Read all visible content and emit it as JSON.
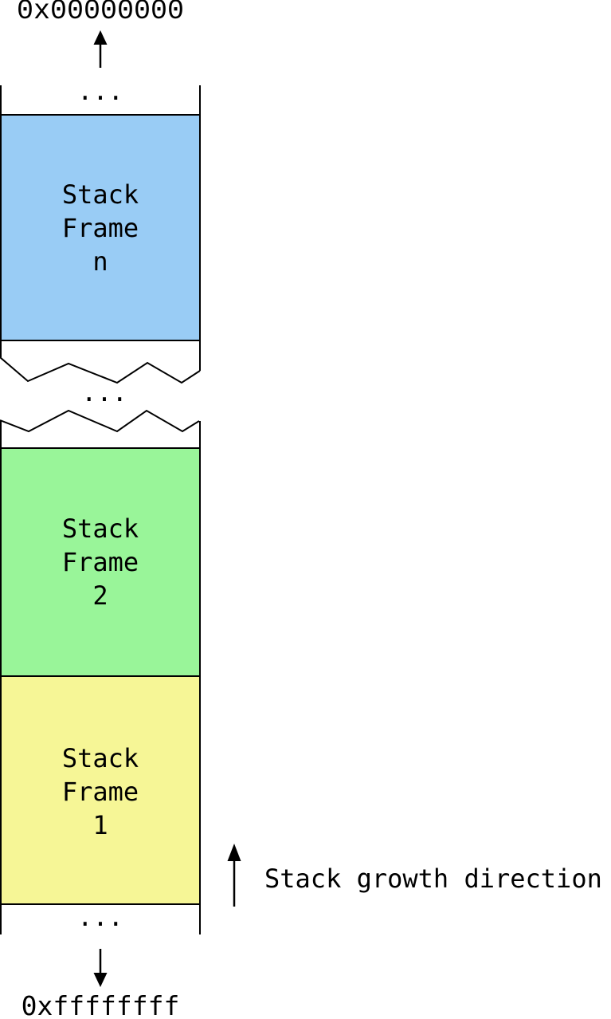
{
  "diagram": {
    "top_address": "0x00000000",
    "bottom_address": "0xffffffff",
    "ellipsis_top": "...",
    "ellipsis_middle": "...",
    "ellipsis_bottom": "...",
    "growth_label": "Stack growth direction",
    "colors": {
      "frame_n_fill": "#99CCF5",
      "frame_2_fill": "#99F599",
      "frame_1_fill": "#F6F696",
      "stroke": "#000000"
    },
    "frames": [
      {
        "name": "Stack Frame n",
        "line1": "Stack",
        "line2": "Frame",
        "line3": "n"
      },
      {
        "name": "Stack Frame 2",
        "line1": "Stack",
        "line2": "Frame",
        "line3": "2"
      },
      {
        "name": "Stack Frame 1",
        "line1": "Stack",
        "line2": "Frame",
        "line3": "1"
      }
    ]
  }
}
